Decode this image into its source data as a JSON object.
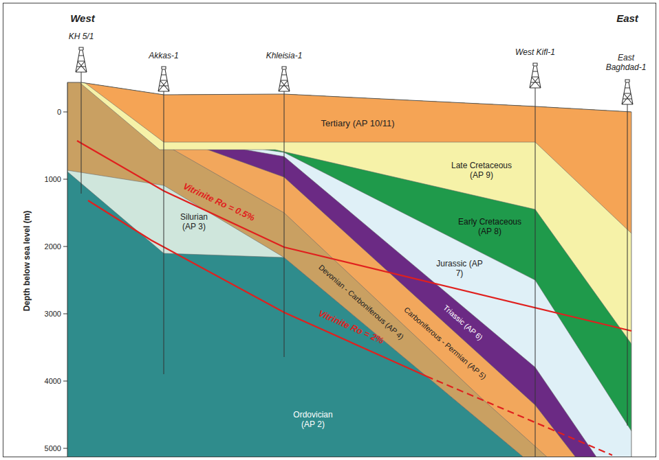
{
  "diagram": {
    "labels": [
      "West",
      "East",
      "KH 5/1",
      "Akkas-1",
      "Khleisia-1",
      "West Kifl-1",
      "East Baghdad-1",
      "0",
      "1000",
      "2000",
      "3000",
      "4000",
      "5000",
      "Depth below sea level (m)",
      "Tertiary (AP 10/11)",
      "Late Cretaceous (AP 9)",
      "Early Cretaceous (AP 8)",
      "Jurassic (AP 7)",
      "Triassic (AP 6)",
      "Carboniferous - Permian (AP 5)",
      "Devonian - Carboniferous (AP 4)",
      "Silurian (AP 3)",
      "Ordovician (AP 2)",
      "Vitrinite Ro = 0.5%",
      "Vitrinite Ro = 2%"
    ]
  }
}
